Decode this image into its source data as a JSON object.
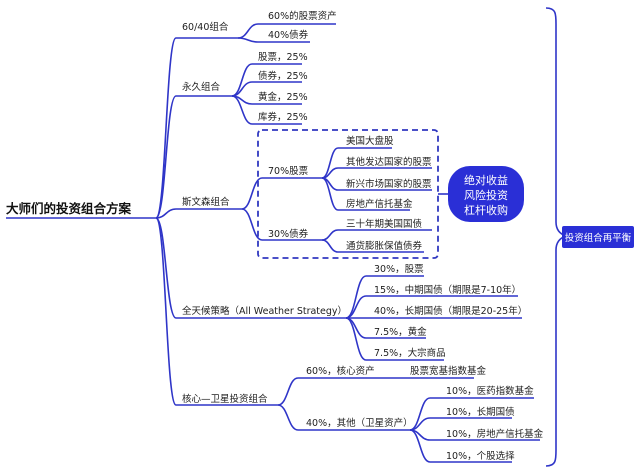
{
  "root": "大师们的投资组合方案",
  "sections": {
    "s6040": {
      "label": "60/40组合",
      "items": [
        "60%的股票资产",
        "40%债券"
      ]
    },
    "perm": {
      "label": "永久组合",
      "items": [
        "股票，25%",
        "债券，25%",
        "黄金，25%",
        "库券，25%"
      ]
    },
    "swensen": {
      "label": "斯文森组合",
      "equity": {
        "label": "70%股票",
        "items": [
          "美国大盘股",
          "其他发达国家的股票",
          "新兴市场国家的股票",
          "房地产信托基金"
        ]
      },
      "bond": {
        "label": "30%债券",
        "items": [
          "三十年期美国国债",
          "通货膨胀保值债券"
        ]
      },
      "bubble": [
        "绝对收益",
        "风险投资",
        "杠杆收购"
      ]
    },
    "allweather": {
      "label": "全天候策略（All Weather Strategy）",
      "items": [
        "30%，股票",
        "15%，中期国债（期限是7-10年）",
        "40%，长期国债（期限是20-25年）",
        "7.5%，黄金",
        "7.5%，大宗商品"
      ]
    },
    "coresat": {
      "label": "核心—卫星投资组合",
      "core": {
        "label": "60%，核心资产",
        "item": "股票宽基指数基金"
      },
      "sat": {
        "label": "40%，其他（卫星资产）",
        "items": [
          "10%，医药指数基金",
          "10%，长期国债",
          "10%，房地产信托基金",
          "10%，个股选择"
        ]
      }
    }
  },
  "side_label": "投资组合再平衡",
  "colors": {
    "line": "#2f35c8",
    "bubble": "#2a2fd6",
    "side": "#2a2fd6"
  }
}
